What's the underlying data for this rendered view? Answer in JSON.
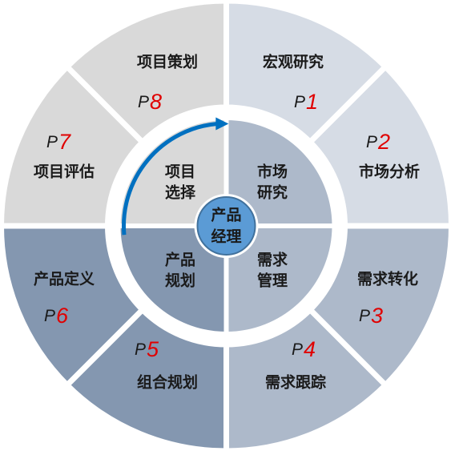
{
  "colors": {
    "light_gray": "#d9d9d9",
    "pale_blue": "#d6dce5",
    "mid_blue": "#adb9ca",
    "dark_blue": "#8497b0",
    "center_fill": "#5b9bd5",
    "center_stroke": "#41719c",
    "arrow": "#0070c0",
    "p_number": "#e00000"
  },
  "center": {
    "line1": "产品",
    "line2": "经理"
  },
  "inner": [
    {
      "id": "market-research",
      "line1": "市场",
      "line2": "研究",
      "color": "#adb9ca"
    },
    {
      "id": "demand-management",
      "line1": "需求",
      "line2": "管理",
      "color": "#adb9ca"
    },
    {
      "id": "product-planning",
      "line1": "产品",
      "line2": "规划",
      "color": "#8497b0"
    },
    {
      "id": "project-selection",
      "line1": "项目",
      "line2": "选择",
      "color": "#d9d9d9"
    }
  ],
  "outer": [
    {
      "id": "macro-research",
      "label": "宏观研究",
      "p": "P",
      "num": "1",
      "color": "#d6dce5"
    },
    {
      "id": "market-analysis",
      "label": "市场分析",
      "p": "P",
      "num": "2",
      "color": "#d6dce5"
    },
    {
      "id": "demand-conversion",
      "label": "需求转化",
      "p": "P",
      "num": "3",
      "color": "#adb9ca"
    },
    {
      "id": "demand-tracking",
      "label": "需求跟踪",
      "p": "P",
      "num": "4",
      "color": "#adb9ca"
    },
    {
      "id": "portfolio-planning",
      "label": "组合规划",
      "p": "P",
      "num": "5",
      "color": "#8497b0"
    },
    {
      "id": "product-definition",
      "label": "产品定义",
      "p": "P",
      "num": "6",
      "color": "#8497b0"
    },
    {
      "id": "project-evaluation",
      "label": "项目评估",
      "p": "P",
      "num": "7",
      "color": "#d9d9d9"
    },
    {
      "id": "project-planning",
      "label": "项目策划",
      "p": "P",
      "num": "8",
      "color": "#d9d9d9"
    }
  ]
}
